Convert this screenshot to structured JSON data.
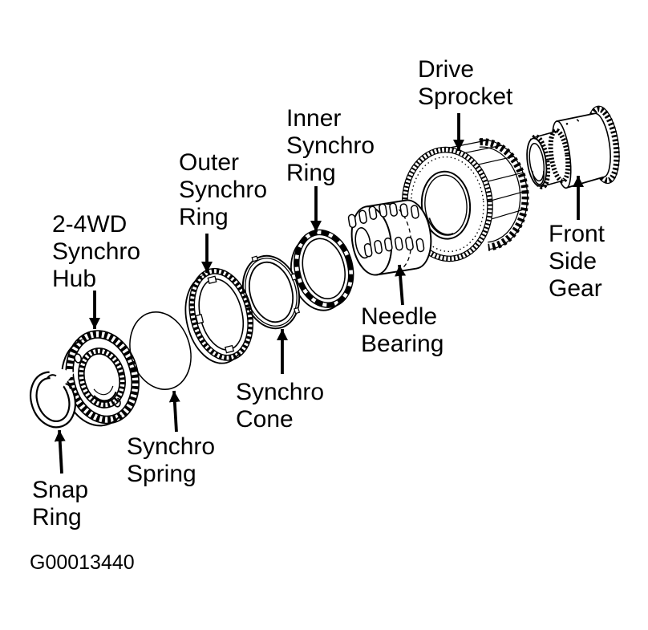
{
  "figure_code": "G00013440",
  "colors": {
    "background": "#ffffff",
    "line": "#000000",
    "text": "#000000"
  },
  "labels": {
    "snap_ring": "Snap\nRing",
    "synchro_hub": "2-4WD\nSynchro\nHub",
    "synchro_spring": "Synchro\nSpring",
    "outer_synchro_ring": "Outer\nSynchro\nRing",
    "synchro_cone": "Synchro\nCone",
    "inner_synchro_ring": "Inner\nSynchro\nRing",
    "needle_bearing": "Needle\nBearing",
    "drive_sprocket": "Drive\nSprocket",
    "front_side_gear": "Front\nSide\nGear"
  }
}
